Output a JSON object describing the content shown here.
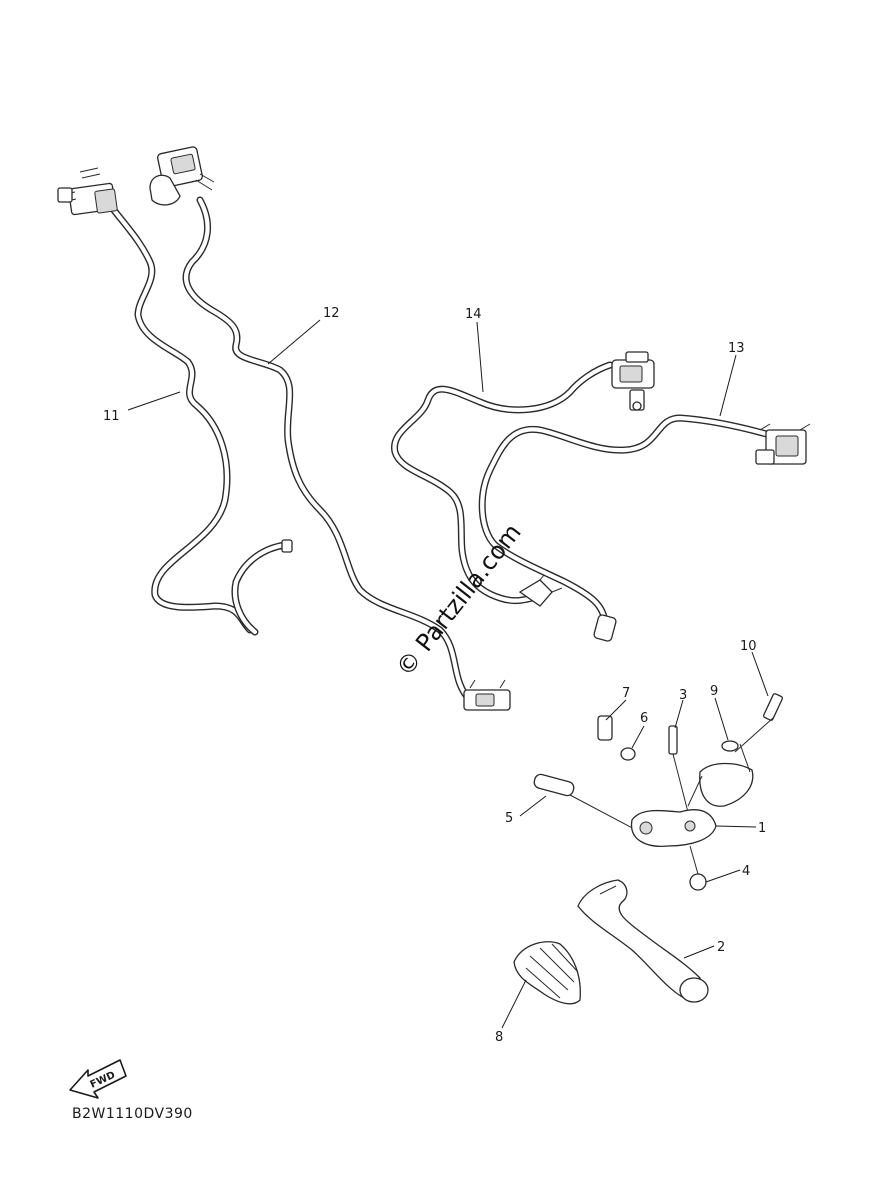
{
  "diagram": {
    "watermark": "© Partzilla.com",
    "fwd_label": "FWD",
    "diagram_code": "B2W1110DV390",
    "callouts": [
      "1",
      "2",
      "3",
      "4",
      "5",
      "6",
      "7",
      "8",
      "9",
      "10",
      "11",
      "12",
      "13",
      "14"
    ]
  }
}
